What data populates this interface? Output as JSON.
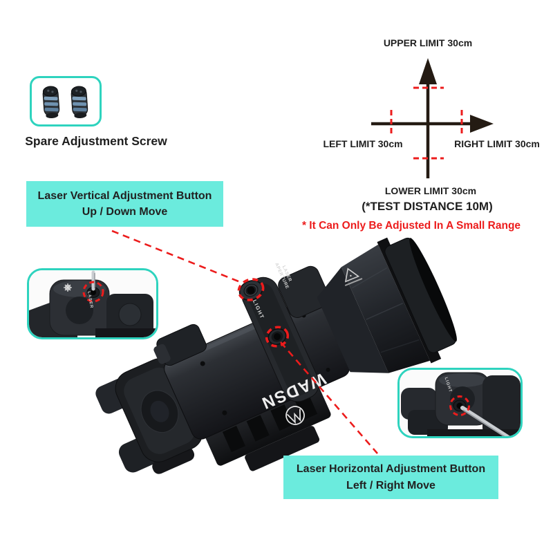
{
  "colors": {
    "teal_fill": "#6BEBDD",
    "teal_border": "#2ED3BE",
    "annotation_red": "#EC1C1C",
    "diagram_ink": "#241B13",
    "text_dark": "#1E1E1E"
  },
  "diagram": {
    "upper_label": "UPPER LIMIT 30cm",
    "left_label": "LEFT LIMIT 30cm",
    "right_label": "RIGHT LIMIT 30cm",
    "lower_label": "LOWER LIMIT 30cm",
    "test_distance": "(*TEST DISTANCE 10M)",
    "note": "* It Can Only Be Adjusted In A Small Range"
  },
  "callouts": {
    "spare_screw_label": "Spare Adjustment Screw",
    "vertical_line1": "Laser Vertical Adjustment Button",
    "vertical_line2": "Up / Down Move",
    "horizontal_line1": "Laser Horizontal Adjustment Button",
    "horizontal_line2": "Left / Right Move"
  },
  "product": {
    "brand": "WADSN",
    "dial_light_label": "LIGHT",
    "dial_laser_label": "LASER",
    "dial_aperture_label": "APERTURE"
  }
}
